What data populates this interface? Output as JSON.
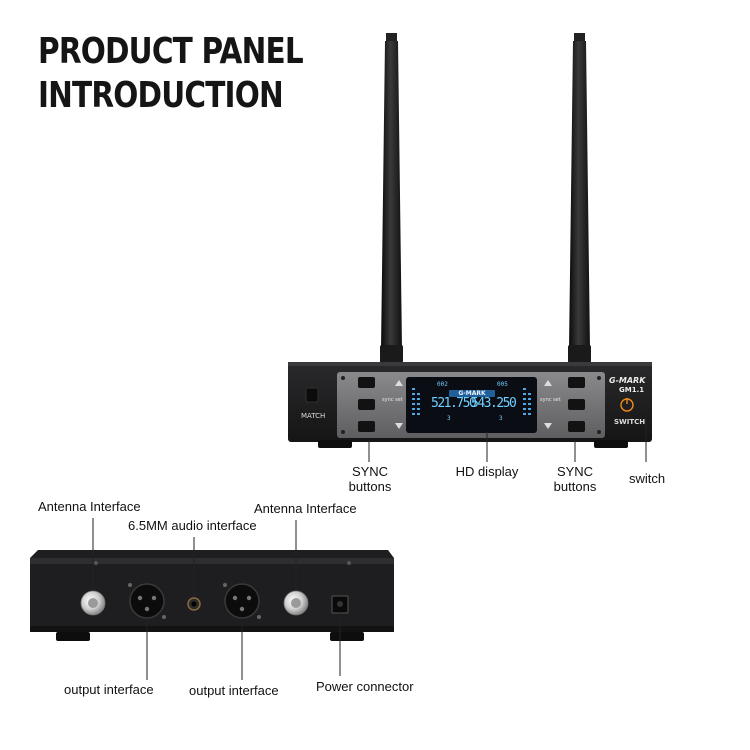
{
  "title": {
    "line1": "PRODUCT PANEL",
    "line2": "INTRODUCTION"
  },
  "front_panel": {
    "brand": "G-MARK",
    "model": "GM1.1",
    "match_label": "MATCH",
    "switch_label": "SWITCH",
    "sync_label_left": "sync set",
    "sync_label_right": "sync set",
    "display": {
      "brand": "G-MARK",
      "ch_left": "002",
      "ch_right": "005",
      "freq_left": "521.750",
      "freq_right": "543.250",
      "af_left": "3",
      "af_right": "3"
    }
  },
  "labels": {
    "sync_left": "SYNC\nbuttons",
    "hd_display": "HD display",
    "sync_right": "SYNC\nbuttons",
    "switch": "switch",
    "antenna_left": "Antenna Interface",
    "audio_interface": "6.5MM audio interface",
    "antenna_right": "Antenna Interface",
    "output_left": "output interface",
    "output_right": "output interface",
    "power": "Power connector"
  },
  "colors": {
    "display_text": "#6fd0ff",
    "chassis": "#1c1c1e",
    "power_led": "#f08a1c"
  }
}
